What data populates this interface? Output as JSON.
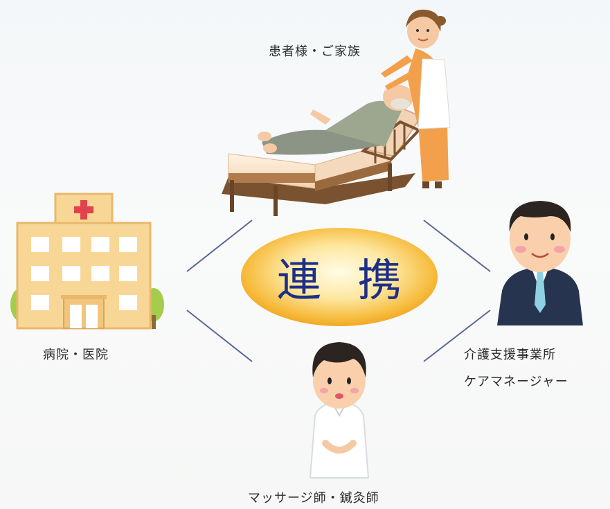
{
  "center_label": "連 携",
  "nodes": {
    "top": "患者様・ご家族",
    "left": "病院・医院",
    "right_line1": "介護支援事業所",
    "right_line2": "ケアマネージャー",
    "bottom": "マッサージ師・鍼灸師"
  },
  "colors": {
    "center_oval_light": "#fff3c8",
    "center_oval_dark": "#f2a21c",
    "center_text": "#1e2f86",
    "connector_lines": "#5a6699",
    "hospital_wall": "#f8d796",
    "hospital_cross": "#e2424b",
    "suit": "#27344f"
  },
  "icons": [
    "hospital-icon",
    "caregiver-patient-bed-icon",
    "businessman-icon",
    "therapist-icon"
  ]
}
